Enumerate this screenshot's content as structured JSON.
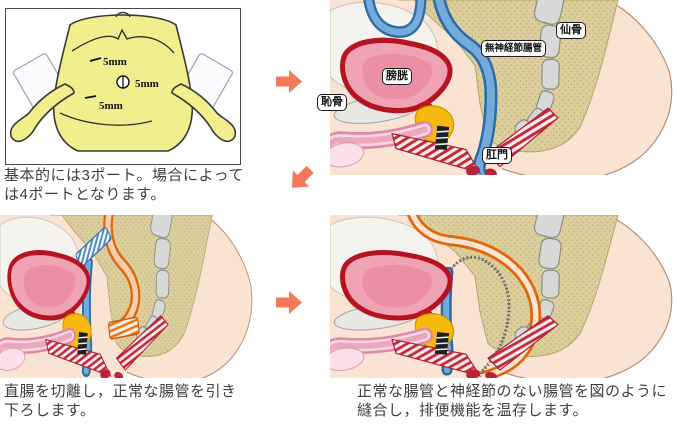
{
  "port_panel": {
    "marks": {
      "upper_label": "5mm",
      "center_label": "5mm",
      "lower_label": "5mm"
    },
    "caption_lines": [
      "基本的には3ポート。場合によって",
      "は4ポートとなります。"
    ]
  },
  "anatomy_labels": {
    "pubis": "恥骨",
    "bladder": "膀胱",
    "aganglionic_bowel": "無神経節腸管",
    "sacrum": "仙骨",
    "anus": "肛門"
  },
  "step_captions": {
    "pulldown_lines": [
      "直腸を切離し，正常な腸管を引き",
      "下ろします。"
    ],
    "anastomosis_lines": [
      "正常な腸管と神経節のない腸管を図のように",
      "縫合し，排便機能を温存します。"
    ]
  },
  "colors": {
    "arrow": "#f4785a",
    "skin": "#f9e3d3",
    "mesentery_tan": "#dccf9e",
    "bowel_blue": "#74abda",
    "bowel_blue_dark": "#2e6ca6",
    "bowel_orange": "#e2650c",
    "bladder_outline_red": "#b51322",
    "bladder_pink": "#f0a4b3",
    "prostate_yellow": "#f6ba0e",
    "muscle_red": "#c1293c",
    "bone_gray": "#d8d8d6",
    "body_yellow": "#f1ee8e"
  }
}
